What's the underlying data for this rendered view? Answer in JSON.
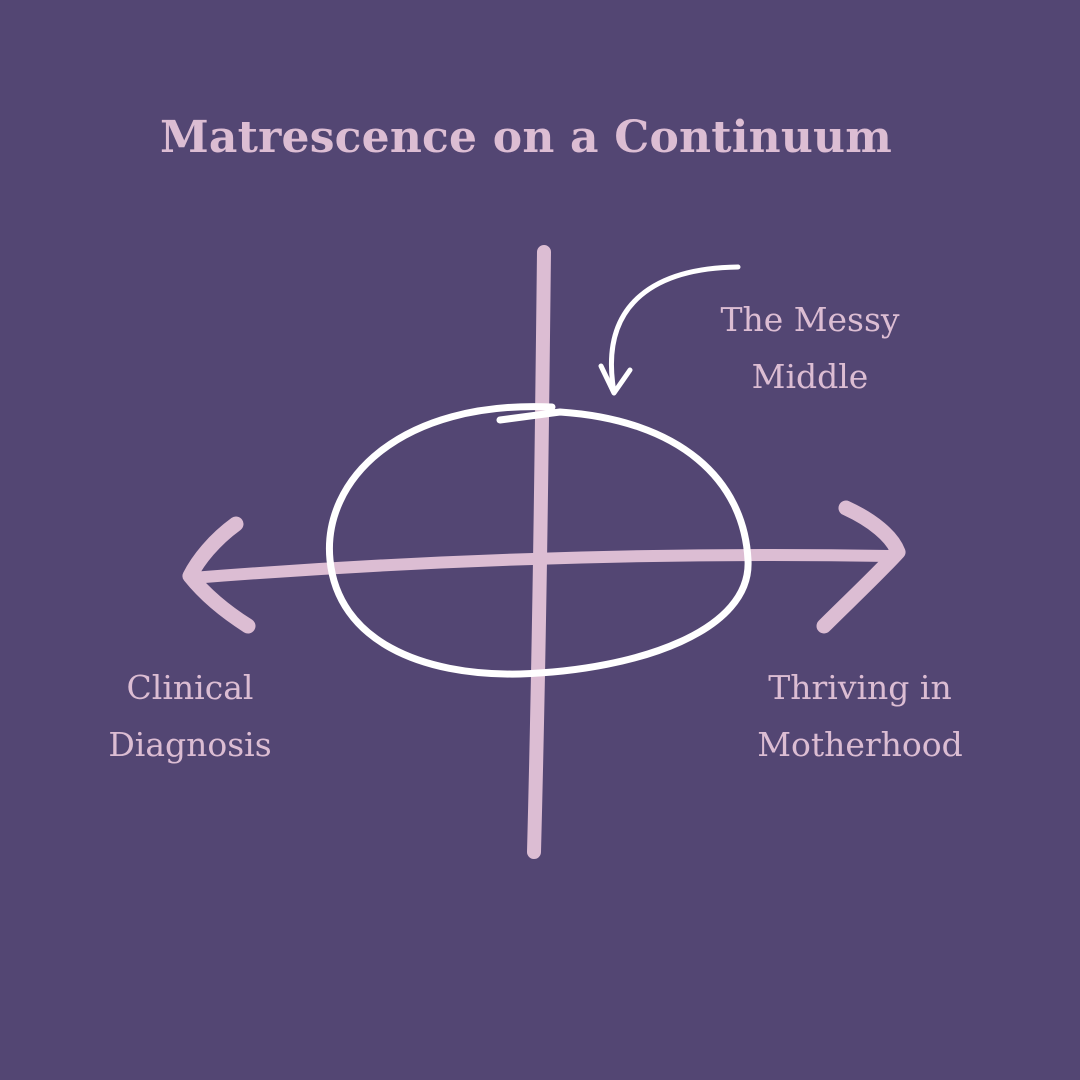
{
  "title": "Matrescence on a Continuum",
  "labels": {
    "messy_middle": [
      "The Messy",
      "Middle"
    ],
    "left_end": [
      "Clinical",
      "Diagnosis"
    ],
    "right_end": [
      "Thriving in",
      "Motherhood"
    ]
  },
  "colors": {
    "background": "#534673",
    "accent": "#dcbdd3",
    "highlight": "#ffffff"
  }
}
